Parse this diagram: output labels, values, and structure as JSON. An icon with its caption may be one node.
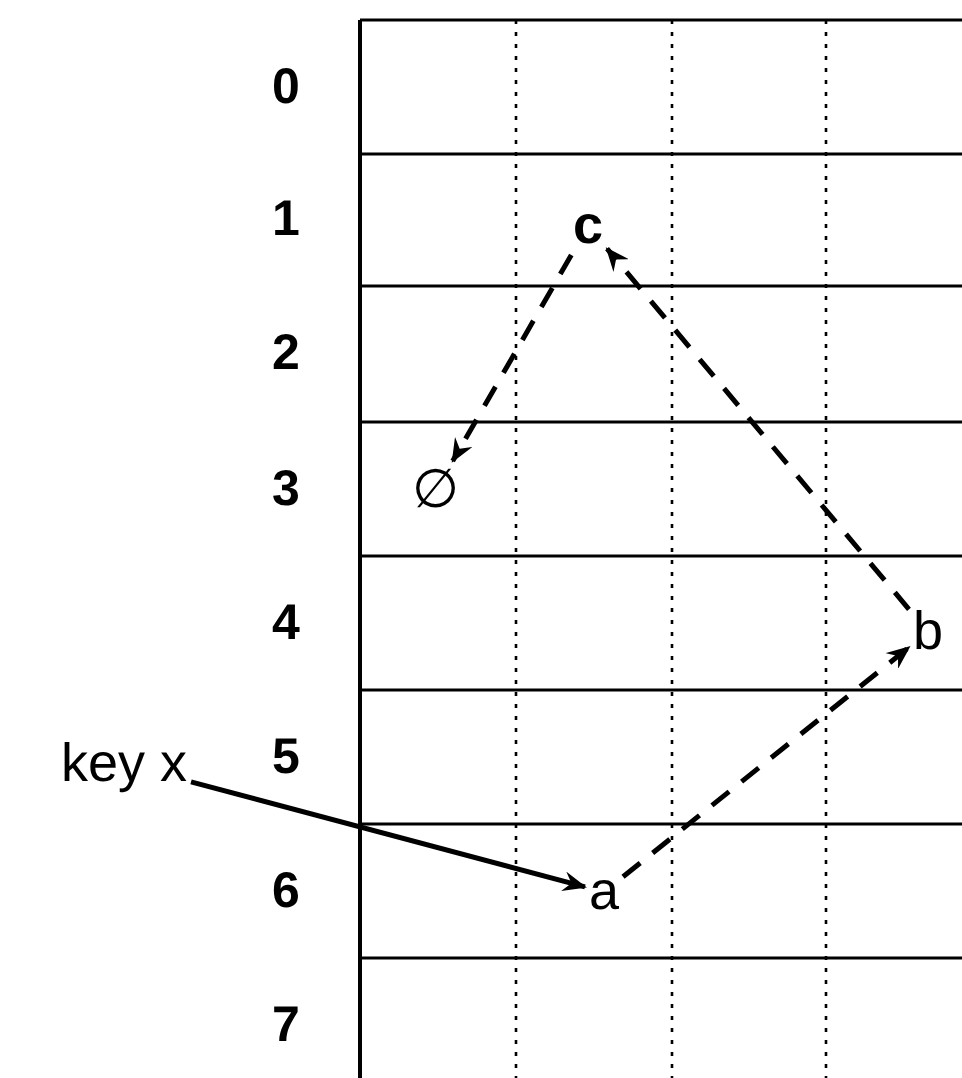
{
  "diagram": {
    "nodes": [
      {
        "text": [
          "key x"
        ]
      },
      {
        "text": [
          "c"
        ]
      },
      {
        "text": [
          "∅"
        ]
      },
      {
        "text": [
          "b"
        ]
      },
      {
        "text": [
          "a"
        ]
      }
    ],
    "edges": [
      {
        "from": 0,
        "to": 4,
        "arrow": "to"
      },
      {
        "from": 4,
        "to": 3,
        "arrow": "to",
        "style": "dashed"
      },
      {
        "from": 3,
        "to": 1,
        "arrow": "to",
        "style": "dashed"
      },
      {
        "from": 1,
        "to": 2,
        "arrow": "to",
        "style": "dashed"
      }
    ],
    "labels": [
      "0",
      "1",
      "2",
      "3",
      "4",
      "5",
      "6",
      "7"
    ]
  }
}
